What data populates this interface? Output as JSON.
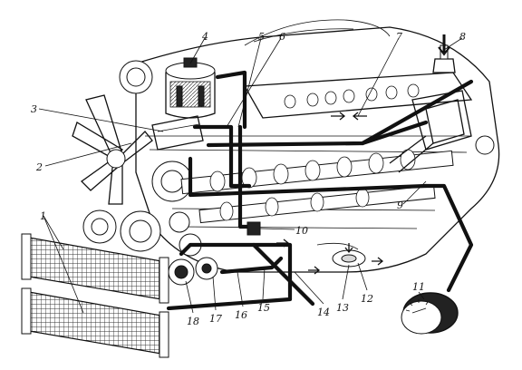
{
  "figure": {
    "callouts": [
      "1",
      "2",
      "3",
      "4",
      "5",
      "6",
      "7",
      "8",
      "9",
      "10",
      "11",
      "12",
      "13",
      "14",
      "15",
      "16",
      "17",
      "18"
    ]
  },
  "colors": {
    "ink": "#111111",
    "paper": "#ffffff"
  }
}
